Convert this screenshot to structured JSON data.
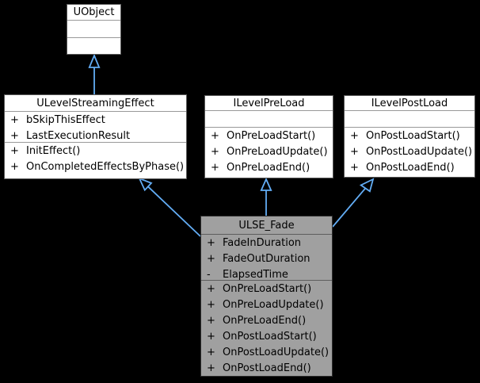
{
  "colors": {
    "background": "#000000",
    "box_fill": "#ffffff",
    "box_border": "#5a5a5a",
    "box_separator": "#999999",
    "highlight_fill": "#a0a0a0",
    "highlight_border": "#2e2e2e",
    "arrow": "#63adf5",
    "text": "#000000"
  },
  "classes": {
    "uobject": {
      "title": "UObject",
      "attributes": [],
      "operations": []
    },
    "streaming_effect": {
      "title": "ULevelStreamingEffect",
      "attributes": [
        {
          "vis": "+",
          "name": "bSkipThisEffect"
        },
        {
          "vis": "+",
          "name": "LastExecutionResult"
        }
      ],
      "operations": [
        {
          "vis": "+",
          "name": "InitEffect()"
        },
        {
          "vis": "+",
          "name": "OnCompletedEffectsByPhase()"
        }
      ]
    },
    "pre_load": {
      "title": "ILevelPreLoad",
      "attributes": [],
      "operations": [
        {
          "vis": "+",
          "name": "OnPreLoadStart()"
        },
        {
          "vis": "+",
          "name": "OnPreLoadUpdate()"
        },
        {
          "vis": "+",
          "name": "OnPreLoadEnd()"
        }
      ]
    },
    "post_load": {
      "title": "ILevelPostLoad",
      "attributes": [],
      "operations": [
        {
          "vis": "+",
          "name": "OnPostLoadStart()"
        },
        {
          "vis": "+",
          "name": "OnPostLoadUpdate()"
        },
        {
          "vis": "+",
          "name": "OnPostLoadEnd()"
        }
      ]
    },
    "fade": {
      "title": "ULSE_Fade",
      "attributes": [
        {
          "vis": "+",
          "name": "FadeInDuration"
        },
        {
          "vis": "+",
          "name": "FadeOutDuration"
        },
        {
          "vis": "-",
          "name": "ElapsedTime"
        }
      ],
      "operations": [
        {
          "vis": "+",
          "name": "OnPreLoadStart()"
        },
        {
          "vis": "+",
          "name": "OnPreLoadUpdate()"
        },
        {
          "vis": "+",
          "name": "OnPreLoadEnd()"
        },
        {
          "vis": "+",
          "name": "OnPostLoadStart()"
        },
        {
          "vis": "+",
          "name": "OnPostLoadUpdate()"
        },
        {
          "vis": "+",
          "name": "OnPostLoadEnd()"
        }
      ]
    }
  },
  "relations": [
    {
      "type": "inheritance",
      "from": "ULevelStreamingEffect",
      "to": "UObject"
    },
    {
      "type": "inheritance",
      "from": "ULSE_Fade",
      "to": "ULevelStreamingEffect"
    },
    {
      "type": "inheritance",
      "from": "ULSE_Fade",
      "to": "ILevelPreLoad"
    },
    {
      "type": "inheritance",
      "from": "ULSE_Fade",
      "to": "ILevelPostLoad"
    }
  ]
}
